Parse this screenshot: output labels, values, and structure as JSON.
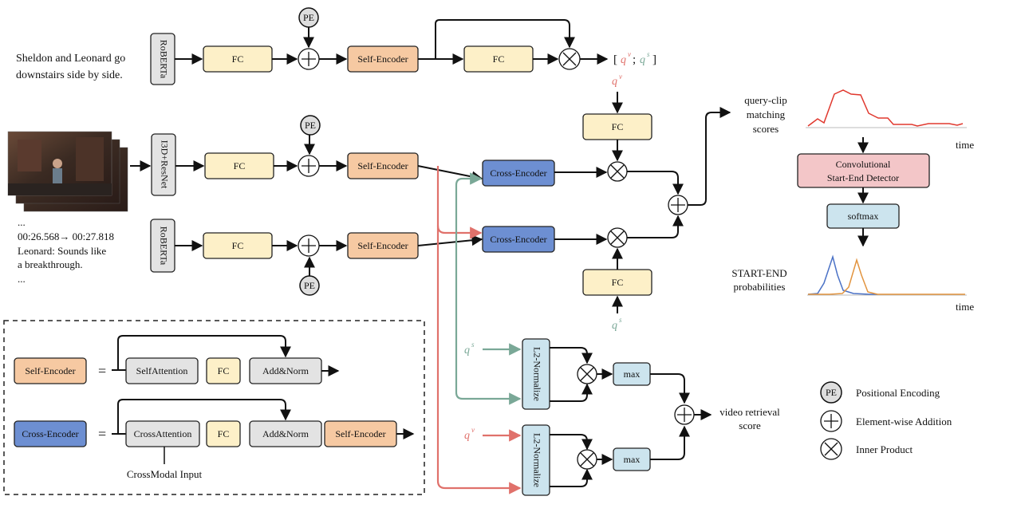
{
  "colors": {
    "fc": "#fdf0c8",
    "self_encoder": "#f6c9a2",
    "cross_encoder": "#6d8fd2",
    "light_blue": "#cce4ee",
    "gray": "#e3e3e3",
    "conv": "#f3c6c8",
    "pe": "#dedede",
    "red": "#e0716b",
    "green": "#7aa897",
    "curve_red": "#e0382e",
    "curve_blue": "#4b72c6",
    "curve_orange": "#e2943f"
  },
  "query_text": "Sheldon and Leonard go downstairs side by side.",
  "query_text_lines": [
    "Sheldon and Leonard go",
    "downstairs side by side."
  ],
  "subtitle_lines": [
    "...",
    "00:26.568→ 00:27.818",
    "Leonard: Sounds like",
    "a breakthrough.",
    "..."
  ],
  "labels": {
    "roberta": "RoBERTa",
    "i3d": "I3D+ResNet",
    "fc": "FC",
    "pe": "PE",
    "self_encoder": "Self-Encoder",
    "cross_encoder": "Cross-Encoder",
    "l2": "L2-Normalize",
    "max": "max",
    "softmax": "softmax",
    "conv_line1": "Convolutional",
    "conv_line2": "Start-End Detector",
    "self_attention": "SelfAttention",
    "cross_attention": "CrossAttention",
    "add_norm": "Add&Norm",
    "crossmodal_input": "CrossModal Input",
    "equals": "="
  },
  "outputs": {
    "qv": "q",
    "qs": "q",
    "qv_sup": "v",
    "qs_sup": "s",
    "query_vectors": "[ qᵛ; qˢ]",
    "matching_scores": [
      "query-clip",
      "matching",
      "scores"
    ],
    "time": "time",
    "start_end": [
      "START-END",
      "probabilities"
    ],
    "video_retrieval": [
      "video retrieval",
      "score"
    ]
  },
  "legend": [
    {
      "symbol": "PE",
      "icon": "pe-icon",
      "label": "Positional Encoding"
    },
    {
      "symbol": "+",
      "icon": "plus-circle-icon",
      "label": "Element-wise Addition"
    },
    {
      "symbol": "×",
      "icon": "times-circle-icon",
      "label": "Inner Product"
    }
  ]
}
